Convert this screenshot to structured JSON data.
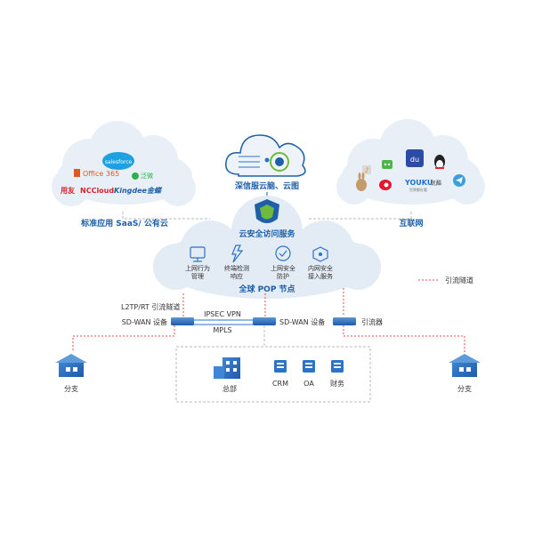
{
  "clouds": {
    "saas_label": "标准应用 SaaS/ 公有云",
    "internet_label": "互联网",
    "brain_label": "深信服云脑、云图",
    "pop_label": "全球 POP 节点"
  },
  "saas_logos": {
    "salesforce": "salesforce",
    "office365": "Office 365",
    "yonyou": "用友",
    "nccloud": "NCCloud",
    "kingdee": "Kingdee金蝶",
    "huanlian": "泛微"
  },
  "internet_logos": {
    "baidu": "du",
    "youku": "YOUKU",
    "youku_cn": "优酷",
    "youku_sub": "世界都在看"
  },
  "security_service": {
    "label": "云安全访问服务",
    "items": [
      {
        "line1": "上网行为",
        "line2": "管理"
      },
      {
        "line1": "终端检测",
        "line2": "响应"
      },
      {
        "line1": "上网安全",
        "line2": "防护"
      },
      {
        "line1": "内网安全",
        "line2": "接入服务"
      }
    ]
  },
  "legend": {
    "tunnel": "引流隧道"
  },
  "links": {
    "l2tp": "L2TP/RT 引流隧道",
    "ipsec": "IPSEC VPN",
    "mpls": "MPLS"
  },
  "devices": {
    "sdwan_left": "SD-WAN 设备",
    "sdwan_right": "SD-WAN 设备",
    "diverter": "引流器"
  },
  "sites": {
    "branch_left": "分支",
    "hq": "总部",
    "branch_right": "分支",
    "crm": "CRM",
    "oa": "OA",
    "finance": "财务"
  },
  "colors": {
    "cloud": "#e9eff6",
    "cloud_center": "#e3ebf4",
    "accent_blue": "#1d5fa8",
    "icon_blue": "#2a73c9",
    "tunnel_red": "#e0524f",
    "dashed_gray": "#b8b8b8",
    "device_blue": "#2867b8"
  }
}
